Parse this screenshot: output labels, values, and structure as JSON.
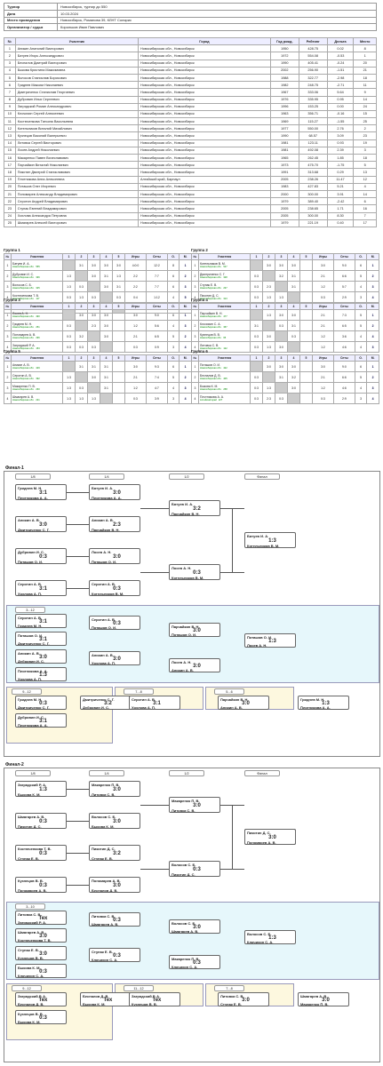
{
  "info": [
    {
      "key": "Турнир",
      "value": "Новосибирск, турнир до 550"
    },
    {
      "key": "Дата",
      "value": "10.03.2024"
    },
    {
      "key": "Место проведения",
      "value": "Новосибирск, Романова 39, КЛНТ Солярис"
    },
    {
      "key": "Организатор / судья",
      "value": "Корольков Иван Павлович"
    }
  ],
  "players_headers": [
    "№",
    "Участник",
    "Город",
    "Год рожд.",
    "Рейтинг",
    "Дельта",
    "Место"
  ],
  "players": [
    [
      "1",
      "Аникин Анатолий Викторович",
      "Новосибирская обл., Новосибирск",
      "1950",
      "428.75",
      "0.02",
      "8"
    ],
    [
      "2",
      "Батуев Игорь Александрович",
      "Новосибирская обл., Новосибирск",
      "1972",
      "554.08",
      "-0.53",
      "1"
    ],
    [
      "3",
      "Беспалов Дмитрий Викторович",
      "Новосибирская обл., Новосибирск",
      "1990",
      "405.41",
      "-0.24",
      "20"
    ],
    [
      "4",
      "Быкова Кристина Максимовна",
      "Новосибирская обл., Новосибирск",
      "2002",
      "256.90",
      "-1.51",
      "21"
    ],
    [
      "5",
      "Волосов Станислав Борисович",
      "Новосибирская обл., Новосибирск",
      "1988",
      "322.77",
      "-2.98",
      "18"
    ],
    [
      "6",
      "Гриднев Максим Николаевич",
      "Новосибирская обл., Новосибирск",
      "1982",
      "248.75",
      "-2.71",
      "11"
    ],
    [
      "7",
      "Дмитриченко Станислав Георгиевич",
      "Новосибирская обл., Новосибирск",
      "1967",
      "333.06",
      "5.64",
      "9"
    ],
    [
      "8",
      "Дубровин Илья Сергеевич",
      "Новосибирская обл., Новосибирск",
      "1976",
      "335.95",
      "0.95",
      "14"
    ],
    [
      "9",
      "Загрядский Роман Александрович",
      "Новосибирская обл., Новосибирск",
      "1996",
      "153.25",
      "0.00",
      "24"
    ],
    [
      "10",
      "Клочихин Сергей Алексеевич",
      "Новосибирская обл., Новосибирск",
      "1963",
      "356.71",
      "-0.16",
      "15"
    ],
    [
      "11",
      "Костюченкова Татьяна Васильевна",
      "Новосибирская обл., Новосибирск",
      "1969",
      "115.27",
      "-1.55",
      "25"
    ],
    [
      "12",
      "Котельников Виталий Михайлович",
      "Новосибирская обл., Новосибирск",
      "1977",
      "550.00",
      "2.76",
      "2"
    ],
    [
      "13",
      "Кузнецов Василий Валерьевич",
      "Новосибирская обл., Новосибирск",
      "1990",
      "68.57",
      "3.09",
      "23"
    ],
    [
      "14",
      "Литовка Сергей Викторович",
      "Новосибирская обл., Новосибирск",
      "1981",
      "123.11",
      "0.93",
      "19"
    ],
    [
      "15",
      "Лосев Андрей Николаевич",
      "Новосибирская обл., Новосибирск",
      "1981",
      "492.08",
      "2.39",
      "3"
    ],
    [
      "16",
      "Макаренко Павел Вячеславович",
      "Новосибирская обл., Новосибирск",
      "1965",
      "262.45",
      "1.85",
      "18"
    ],
    [
      "17",
      "Парчайкин Виталий Николаевич",
      "Новосибирская обл., Новосибирск",
      "1973",
      "475.70",
      "-1.75",
      "5"
    ],
    [
      "18",
      "Пикотин Дмитрий Станиславович",
      "Новосибирская обл., Новосибирск",
      "1991",
      "313.68",
      "0.29",
      "13"
    ],
    [
      "19",
      "Плотникова Анна Алексеевна",
      "Алтайский край, Барнаул",
      "2005",
      "238.26",
      "11.47",
      "12"
    ],
    [
      "20",
      "Поташов Олег Игоревич",
      "Новосибирская обл., Новосибирск",
      "1983",
      "427.83",
      "5.21",
      "4"
    ],
    [
      "21",
      "Пономарев Александр Владимирович",
      "Новосибирская обл., Новосибирск",
      "2000",
      "300.00",
      "3.91",
      "14"
    ],
    [
      "22",
      "Серотин Андрей Владимирович",
      "Новосибирская обл., Новосибирск",
      "1979",
      "389.40",
      "-2.42",
      "6"
    ],
    [
      "23",
      "Ступак Евгений Владимирович",
      "Новосибирская обл., Новосибирск",
      "2005",
      "238.65",
      "1.71",
      "16"
    ],
    [
      "24",
      "Хохлова Александра Петровна",
      "Новосибирская обл., Новосибирск",
      "2005",
      "300.00",
      "8.30",
      "7"
    ],
    [
      "25",
      "Шмагарев Алексей Викторович",
      "Новосибирская обл., Новосибирск",
      "1979",
      "221.19",
      "0.40",
      "17"
    ]
  ],
  "group_headers": [
    "№",
    "Участник",
    "1",
    "2",
    "3",
    "4",
    "5",
    "Игры",
    "Сеты",
    "О.",
    "М."
  ],
  "groups": [
    {
      "title": "Группа 1",
      "rows": [
        [
          "1",
          "Батуев И. А.",
          "Новосибирская обл.",
          "555",
          "",
          "3:1",
          "3:0",
          "3:0",
          "3:0",
          "4:0:0",
          "12:2",
          "8",
          "1"
        ],
        [
          "2",
          "Дубровин И. С.",
          "Новосибирская обл.",
          "336",
          "1:3",
          "",
          "3:0",
          "3:1",
          "1:3",
          "2:2",
          "7:7",
          "6",
          "2"
        ],
        [
          "3",
          "Волосов С. Б.",
          "Новосибирская обл.",
          "325",
          "1:3",
          "0:3",
          "",
          "3:0",
          "3:1",
          "2:2",
          "7:7",
          "6",
          "3"
        ],
        [
          "4",
          "Костюченкова Т. В.",
          "Новосибирская обл.",
          "117",
          "0:3",
          "1:3",
          "0:3",
          "",
          "0:3",
          "0:4",
          "1:12",
          "4",
          "5"
        ],
        [
          "5",
          "Шмагарев А. В.",
          "Новосибирская обл.",
          "221",
          "0:3",
          "3:1",
          "1:3",
          "3:0",
          "",
          "2:2",
          "7:7",
          "6",
          "4"
        ]
      ]
    },
    {
      "title": "Группа 2",
      "rows": [
        [
          "1",
          "Котельников В. М.",
          "Новосибирская обл.",
          "547",
          "",
          "3:0",
          "3:0",
          "3:0",
          "",
          "3:0",
          "9:0",
          "6",
          "1"
        ],
        [
          "2",
          "Дмитриченко С. Г.",
          "Новосибирская обл.",
          "328",
          "0:3",
          "",
          "3:2",
          "3:1",
          "",
          "2:1",
          "6:6",
          "5",
          "2"
        ],
        [
          "3",
          "Ступак Е. В.",
          "Новосибирская обл.",
          "237",
          "0:3",
          "2:3",
          "",
          "3:1",
          "",
          "1:2",
          "5:7",
          "4",
          "3"
        ],
        [
          "4",
          "Пикотин Д. С.",
          "Новосибирская обл.",
          "313",
          "0:3",
          "1:3",
          "1:3",
          "",
          "",
          "0:3",
          "2:9",
          "3",
          "4"
        ]
      ]
    },
    {
      "title": "Группа 3",
      "rows": [
        [
          "1",
          "Лосев А. Н.",
          "Новосибирская обл.",
          "490",
          "",
          "3:0",
          "3:0",
          "3:0",
          "",
          "3:0",
          "9:0",
          "6",
          "1"
        ],
        [
          "2",
          "Гриднев М. Н.",
          "Новосибирская обл.",
          "251",
          "0:3",
          "",
          "2:3",
          "3:0",
          "",
          "1:2",
          "5:6",
          "4",
          "3"
        ],
        [
          "3",
          "Пономарев А. В.",
          "Новосибирская обл.",
          "296",
          "0:3",
          "3:2",
          "",
          "3:0",
          "",
          "2:1",
          "6:5",
          "5",
          "2"
        ],
        [
          "4",
          "Загрядский Р. А.",
          "Новосибирская обл.",
          "153",
          "0:3",
          "0:3",
          "0:3",
          "",
          "",
          "0:3",
          "0:9",
          "3",
          "4"
        ]
      ]
    },
    {
      "title": "Группа 4",
      "rows": [
        [
          "1",
          "Парчайкин В. Н.",
          "Новосибирская обл.",
          "477",
          "",
          "1:3",
          "3:0",
          "3:0",
          "",
          "2:1",
          "7:3",
          "5",
          "1"
        ],
        [
          "2",
          "Клочихин С. А.",
          "Новосибирская обл.",
          "357",
          "3:1",
          "",
          "0:3",
          "3:1",
          "",
          "2:1",
          "6:5",
          "5",
          "2"
        ],
        [
          "3",
          "Кузнецов В. В.",
          "Новосибирская обл.",
          "65",
          "0:3",
          "3:0",
          "",
          "0:3",
          "",
          "1:2",
          "3:6",
          "4",
          "4"
        ],
        [
          "4",
          "Литовка С. В.",
          "Новосибирская обл.",
          "122",
          "0:3",
          "1:3",
          "3:0",
          "",
          "",
          "1:2",
          "4:6",
          "4",
          "3"
        ]
      ]
    },
    {
      "title": "Группа 5",
      "rows": [
        [
          "1",
          "Аникин А. В.",
          "Новосибирская обл.",
          "429",
          "",
          "3:1",
          "3:1",
          "3:1",
          "",
          "3:0",
          "9:3",
          "6",
          "1"
        ],
        [
          "2",
          "Серотин А. В.",
          "Новосибирская обл.",
          "392",
          "1:3",
          "",
          "3:0",
          "3:1",
          "",
          "2:1",
          "7:4",
          "5",
          "2"
        ],
        [
          "3",
          "Макаренко П. В.",
          "Новосибирская обл.",
          "260",
          "1:3",
          "0:3",
          "",
          "3:1",
          "",
          "1:2",
          "4:7",
          "4",
          "3"
        ],
        [
          "4",
          "Шмагарев А. В.",
          "Новосибирская обл.",
          "221",
          "1:3",
          "1:3",
          "1:3",
          "",
          "",
          "0:3",
          "3:9",
          "3",
          "4"
        ]
      ]
    },
    {
      "title": "Группа 6",
      "rows": [
        [
          "1",
          "Поташов О. И.",
          "Новосибирская обл.",
          "422",
          "",
          "3:0",
          "3:0",
          "3:0",
          "",
          "3:0",
          "9:0",
          "6",
          "1"
        ],
        [
          "2",
          "Беспалов Д. В.",
          "Новосибирская обл.",
          "405",
          "0:3",
          "",
          "3:1",
          "3:2",
          "",
          "2:1",
          "6:6",
          "5",
          "2"
        ],
        [
          "3",
          "Быкова К. М.",
          "Новосибирская обл.",
          "258",
          "0:3",
          "1:3",
          "",
          "3:0",
          "",
          "1:2",
          "4:6",
          "4",
          "3"
        ],
        [
          "4",
          "Плотникова А. А.",
          "Алтайский край",
          "227",
          "0:3",
          "2:3",
          "0:3",
          "",
          "",
          "0:3",
          "2:9",
          "3",
          "4"
        ]
      ]
    }
  ],
  "final1": {
    "title": "Финал-1",
    "headers": [
      "1/8",
      "1/4",
      "1/2",
      "Финал"
    ],
    "zones": [
      "3...12",
      "3...8",
      "3...6",
      "3...4",
      "9...12",
      "9...10",
      "7...8",
      "5...6",
      "11...12"
    ],
    "matches": [
      {
        "id": "1",
        "a": "Гриднев М. Н.",
        "b": "Плотникова А. А.",
        "s1": "3",
        "s2": "1"
      },
      {
        "id": "2",
        "a": "Аникин А. В.",
        "b": "Дмитриченко С. Г.",
        "s1": "3",
        "s2": "0"
      },
      {
        "id": "3",
        "a": "Дубровин И. С.",
        "b": "Поташов О. И.",
        "s1": "0",
        "s2": "3"
      },
      {
        "id": "4",
        "a": "Серотин А. В.",
        "b": "Хохлова А. П.",
        "s1": "3",
        "s2": "1"
      },
      {
        "id": "5",
        "a": "Батуев И. А.",
        "b": "Плотникова А. А.",
        "s1": "3",
        "s2": "0"
      },
      {
        "id": "6",
        "a": "Аникин А. В.",
        "b": "Парчайкин В. Н.",
        "s1": "2",
        "s2": "3"
      },
      {
        "id": "7",
        "a": "Лосев А. Н.",
        "b": "Поташов О. И.",
        "s1": "3",
        "s2": "0"
      },
      {
        "id": "8",
        "a": "Серотин А. В.",
        "b": "Котельников В. М.",
        "s1": "0",
        "s2": "3"
      },
      {
        "id": "9",
        "a": "Батуев И. А.",
        "b": "Парчайкин В. Н.",
        "s1": "3",
        "s2": "2"
      },
      {
        "id": "10",
        "a": "Лосев А. Н.",
        "b": "Котельников В. М.",
        "s1": "0",
        "s2": "3"
      },
      {
        "id": "11",
        "a": "Батуев И. А.",
        "b": "Котельников В. М.",
        "s1": "1",
        "s2": "3"
      }
    ],
    "lower": [
      {
        "a": "Серотин А. В.",
        "b": "Гриднев М. Н.",
        "s1": "3",
        "s2": "1"
      },
      {
        "a": "Поташов О. И.",
        "b": "Дмитриченко С. Г.",
        "s1": "3",
        "s2": "1"
      },
      {
        "a": "Аникин А. В.",
        "b": "Дубровин И. С.",
        "s1": "3",
        "s2": "0"
      },
      {
        "a": "Плотникова А. А.",
        "b": "Хохлова А. П.",
        "s1": "1",
        "s2": "3"
      },
      {
        "a": "Серотин А. В.",
        "b": "Поташов О. И.",
        "s1": "0",
        "s2": "3"
      },
      {
        "a": "Аникин А. В.",
        "b": "Хохлова А. П.",
        "s1": "3",
        "s2": "0"
      },
      {
        "a": "Парчайкин В. Н.",
        "b": "Поташов О. И.",
        "s1": "3",
        "s2": "0"
      },
      {
        "a": "Лосев А. Н.",
        "b": "Аникин А. В.",
        "s1": "3",
        "s2": "0"
      },
      {
        "a": "Поташов О. И.",
        "b": "Лосев А. Н.",
        "s1": "1",
        "s2": "3"
      },
      {
        "a": "Гриднев М. Н.",
        "b": "Дмитриченко С. Г.",
        "s1": "0",
        "s2": "3"
      },
      {
        "a": "Дубровин И. С.",
        "b": "Плотникова А. А.",
        "s1": "3",
        "s2": "1"
      },
      {
        "a": "Дмитриченко С. Г.",
        "b": "Дубровин И. С.",
        "s1": "3",
        "s2": "2"
      },
      {
        "a": "Серотин А. В.",
        "b": "Хохлова А. П.",
        "s1": "3",
        "s2": "1"
      },
      {
        "a": "Парчайкин В. Н.",
        "b": "Аникин А. В.",
        "s1": "3",
        "s2": "0"
      },
      {
        "a": "Гриднев М. Н.",
        "b": "Плотникова А. А.",
        "s1": "1",
        "s2": "3"
      }
    ]
  },
  "final2": {
    "title": "Финал-2",
    "headers": [
      "1/8",
      "1/4",
      "1/2",
      "Финал"
    ],
    "zones": [
      "3...10",
      "3...8",
      "3...6",
      "3...4",
      "9...12",
      "9...10",
      "11...12",
      "7...8",
      "5...6"
    ],
    "matches": [
      {
        "a": "Загрядский Р. А.",
        "b": "Быкова К. М.",
        "s1": "1",
        "s2": "3"
      },
      {
        "a": "Шмагарев А. В.",
        "b": "Пикотин Д. С.",
        "s1": "0",
        "s2": "3"
      },
      {
        "a": "Костюченкова Т. В.",
        "b": "Ступак Е. В.",
        "s1": "0",
        "s2": "3"
      },
      {
        "a": "Кузнецов В. В.",
        "b": "Пономарев А. В.",
        "s1": "0",
        "s2": "3"
      },
      {
        "a": "Макаренко П. В.",
        "b": "Литовка С. В.",
        "s1": "3",
        "s2": "0"
      },
      {
        "a": "Волосов С. Б.",
        "b": "Быкова К. М.",
        "s1": "3",
        "s2": "0"
      },
      {
        "a": "Пикотин Д. С.",
        "b": "Ступак Е. В.",
        "s1": "3",
        "s2": "2"
      },
      {
        "a": "Пономарев А. В.",
        "b": "Беспалов Д. В.",
        "s1": "3",
        "s2": "0"
      },
      {
        "a": "Макаренко П. В.",
        "b": "Литовка С. В.",
        "s1": "3",
        "s2": "0"
      },
      {
        "a": "Волосов С. Б.",
        "b": "Пикотин Д. С.",
        "s1": "0",
        "s2": "3"
      },
      {
        "a": "Пономарев А. В.",
        "b": "Макаренко П. В.",
        "s1": "3",
        "s2": "0"
      },
      {
        "a": "Пикотин Д. С.",
        "b": "Пономарев А. В.",
        "s1": "3",
        "s2": "0"
      }
    ],
    "lower": [
      {
        "a": "Литовка С. В.",
        "b": "Загрядский Р. А.",
        "s1": "Tex",
        "s2": ""
      },
      {
        "a": "Шмагарев А. В.",
        "b": "Костюченкова Т. В.",
        "s1": "3",
        "s2": "0"
      },
      {
        "a": "Ступак Е. В.",
        "b": "Кузнецов В. В.",
        "s1": "3",
        "s2": "0"
      },
      {
        "a": "Быкова К. М.",
        "b": "Клочихин С. А.",
        "s1": "0",
        "s2": "3"
      },
      {
        "a": "Литовка С. В.",
        "b": "Шмагарев А. В.",
        "s1": "0",
        "s2": "3"
      },
      {
        "a": "Ступак Е. В.",
        "b": "Клочихин С. А.",
        "s1": "0",
        "s2": "3"
      },
      {
        "a": "Волосов С. Б.",
        "b": "Шмагарев А. В.",
        "s1": "3",
        "s2": "0"
      },
      {
        "a": "Макаренко П. В.",
        "b": "Клочихин С. А.",
        "s1": "0",
        "s2": "3"
      },
      {
        "a": "Волосов С. Б.",
        "b": "Клочихин С. А.",
        "s1": "1",
        "s2": "3"
      },
      {
        "a": "Загрядский Р. А.",
        "b": "Беспалов Д. В.",
        "s1": "Tex",
        "s2": ""
      },
      {
        "a": "Кузнецов В. В.",
        "b": "Быкова К. М.",
        "s1": "0",
        "s2": "3"
      },
      {
        "a": "Беспалов Д. В.",
        "b": "Быкова К. М.",
        "s1": "Tex",
        "s2": ""
      },
      {
        "a": "Загрядский Р. А.",
        "b": "Кузнецов В. В.",
        "s1": "Tex",
        "s2": ""
      },
      {
        "a": "Литовка С. В.",
        "b": "Ступак Е. В.",
        "s1": "3",
        "s2": "0"
      },
      {
        "a": "Шмагарев А. В.",
        "b": "Макаренко П. В.",
        "s1": "3",
        "s2": "0"
      }
    ]
  }
}
